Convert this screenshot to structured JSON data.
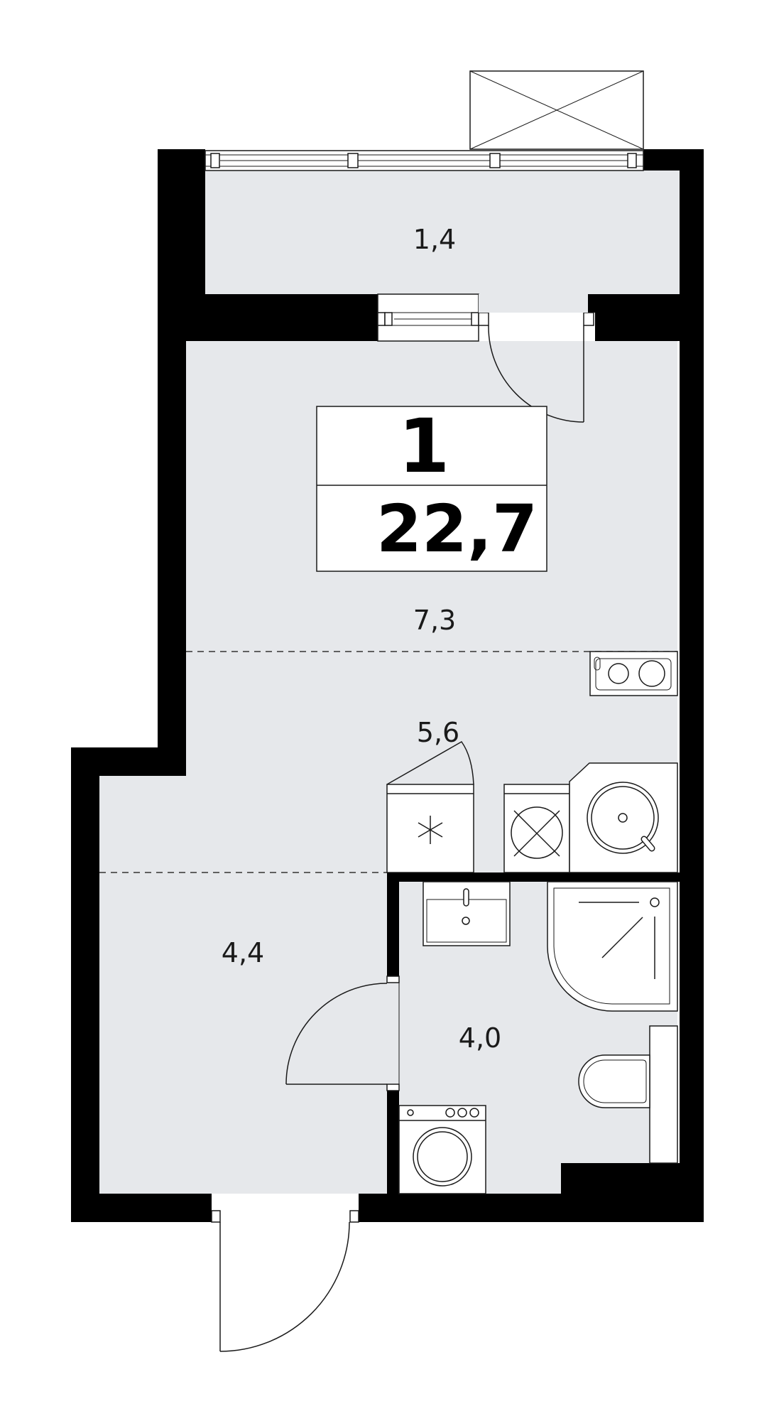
{
  "apartment": {
    "rooms_count": "1",
    "total_area": "22,7"
  },
  "rooms": {
    "balcony": "1,4",
    "living": "7,3",
    "kitchen": "5,6",
    "hallway": "4,4",
    "bathroom": "4,0"
  },
  "colors": {
    "wall": "#000000",
    "floor": "#e6e8eb",
    "background": "#ffffff",
    "line": "#1a1a1a"
  },
  "icons": [
    "window-icon",
    "door-icon",
    "stove-icon",
    "sink-icon",
    "fridge-icon",
    "dishwasher-icon",
    "shower-icon",
    "toilet-icon",
    "washing-machine-icon",
    "ventilation-shaft-icon"
  ]
}
